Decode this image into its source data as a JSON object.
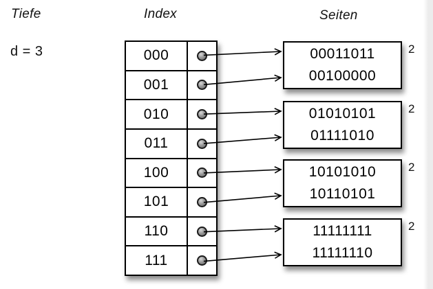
{
  "headers": {
    "tiefe": "Tiefe",
    "index": "Index",
    "seiten": "Seiten"
  },
  "depth_label": "d = 3",
  "index_table": {
    "entries": [
      "000",
      "001",
      "010",
      "011",
      "100",
      "101",
      "110",
      "111"
    ]
  },
  "pages": [
    {
      "values": [
        "00011011",
        "00100000"
      ],
      "local_depth": "2"
    },
    {
      "values": [
        "01010101",
        "01111010"
      ],
      "local_depth": "2"
    },
    {
      "values": [
        "10101010",
        "10110101"
      ],
      "local_depth": "2"
    },
    {
      "values": [
        "11111111",
        "11111110"
      ],
      "local_depth": "2"
    }
  ],
  "arrows": [
    {
      "from_entry": "000",
      "to_page": 0,
      "to_slot": 0
    },
    {
      "from_entry": "001",
      "to_page": 0,
      "to_slot": 1
    },
    {
      "from_entry": "010",
      "to_page": 1,
      "to_slot": 0
    },
    {
      "from_entry": "011",
      "to_page": 1,
      "to_slot": 1
    },
    {
      "from_entry": "100",
      "to_page": 2,
      "to_slot": 0
    },
    {
      "from_entry": "101",
      "to_page": 2,
      "to_slot": 1
    },
    {
      "from_entry": "110",
      "to_page": 3,
      "to_slot": 0
    },
    {
      "from_entry": "111",
      "to_page": 3,
      "to_slot": 1
    }
  ]
}
